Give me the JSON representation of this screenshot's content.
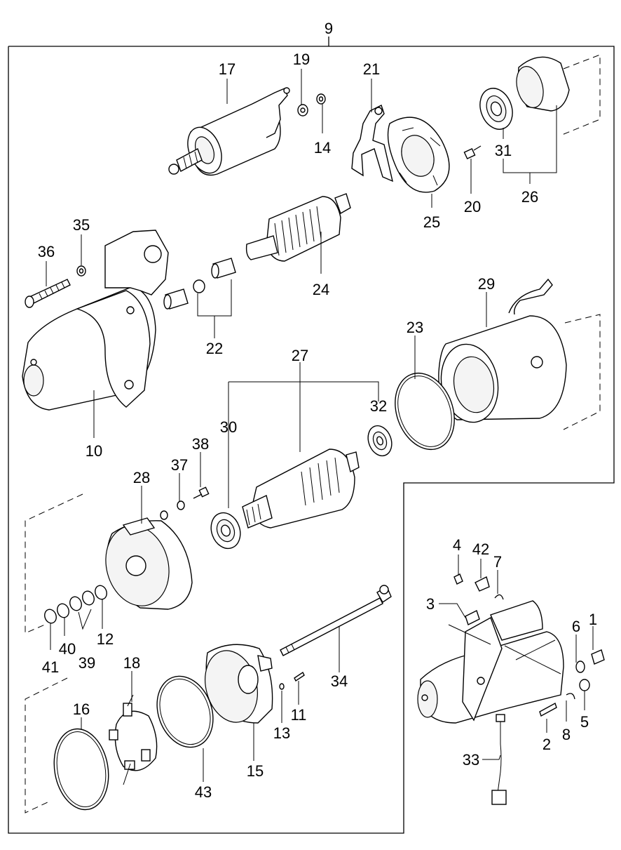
{
  "diagram_title_number": "9",
  "labels": {
    "p1": "1",
    "p2": "2",
    "p3": "3",
    "p4": "4",
    "p5": "5",
    "p6": "6",
    "p7": "7",
    "p8": "8",
    "p10": "10",
    "p11": "11",
    "p12": "12",
    "p13": "13",
    "p14": "14",
    "p15": "15",
    "p16": "16",
    "p17": "17",
    "p18": "18",
    "p19": "19",
    "p20": "20",
    "p21": "21",
    "p22": "22",
    "p23": "23",
    "p24": "24",
    "p25": "25",
    "p26": "26",
    "p27": "27",
    "p28": "28",
    "p29": "29",
    "p30": "30",
    "p31": "31",
    "p32": "32",
    "p33": "33",
    "p34": "34",
    "p35": "35",
    "p36": "36",
    "p37": "37",
    "p38": "38",
    "p39": "39",
    "p40": "40",
    "p41": "41",
    "p42": "42",
    "p43": "43"
  }
}
